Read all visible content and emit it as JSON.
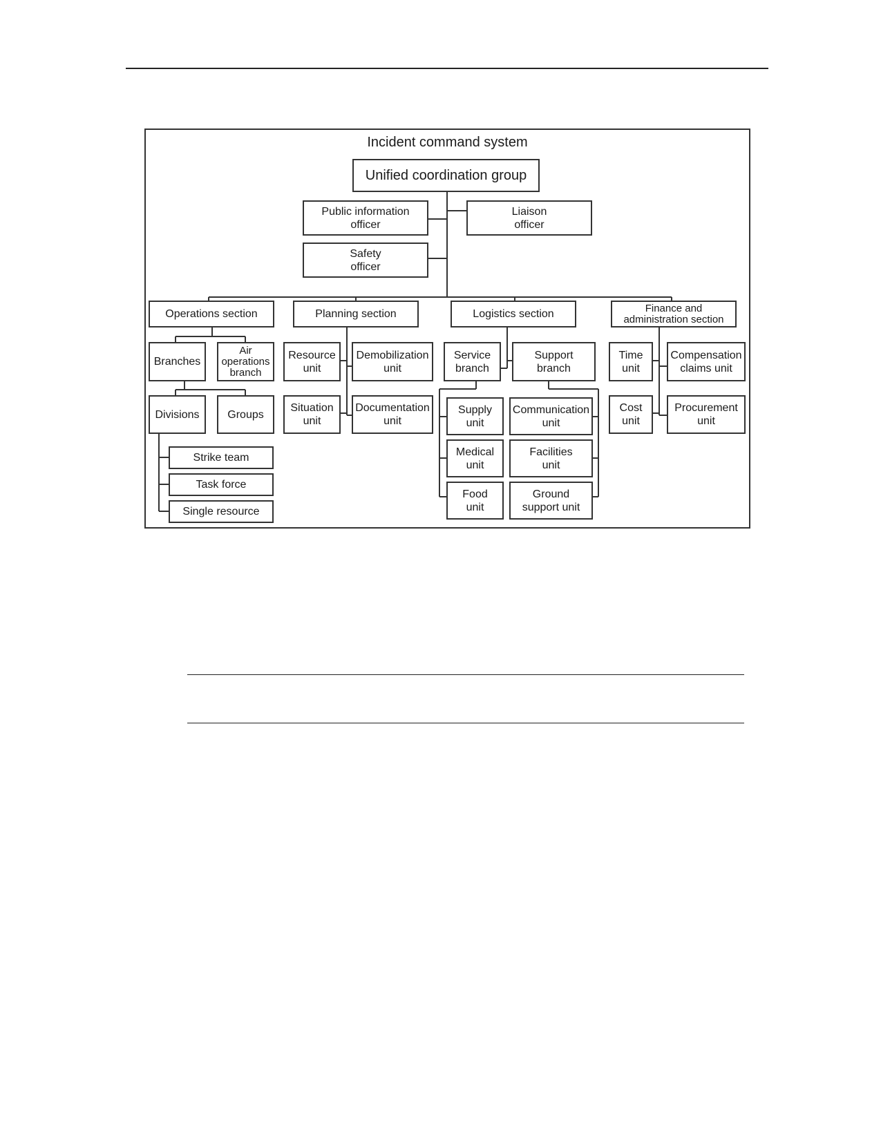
{
  "diagram": {
    "title": "Incident command system",
    "nodes": {
      "ucg": "Unified coordination group",
      "pio": "Public information\nofficer",
      "liaison": "Liaison\nofficer",
      "safety": "Safety\nofficer",
      "ops": "Operations section",
      "planning": "Planning section",
      "logistics": "Logistics section",
      "finance": "Finance and\nadministration section",
      "branches": "Branches",
      "airops": "Air\noperations\nbranch",
      "divisions": "Divisions",
      "groups": "Groups",
      "strike": "Strike team",
      "taskforce": "Task force",
      "single": "Single resource",
      "resource": "Resource\nunit",
      "demob": "Demobilization\nunit",
      "situation": "Situation\nunit",
      "documentation": "Documentation\nunit",
      "service": "Service\nbranch",
      "support": "Support\nbranch",
      "supply": "Supply\nunit",
      "medical": "Medical\nunit",
      "food": "Food\nunit",
      "communication": "Communication\nunit",
      "facilities": "Facilities\nunit",
      "ground": "Ground\nsupport unit",
      "time": "Time\nunit",
      "cost": "Cost\nunit",
      "compensation": "Compensation\nclaims unit",
      "procurement": "Procurement\nunit"
    },
    "edges": [
      [
        "ucg",
        "pio"
      ],
      [
        "ucg",
        "liaison"
      ],
      [
        "ucg",
        "safety"
      ],
      [
        "ucg",
        "ops"
      ],
      [
        "ucg",
        "planning"
      ],
      [
        "ucg",
        "logistics"
      ],
      [
        "ucg",
        "finance"
      ],
      [
        "ops",
        "branches"
      ],
      [
        "ops",
        "airops"
      ],
      [
        "branches",
        "divisions"
      ],
      [
        "branches",
        "groups"
      ],
      [
        "divisions",
        "strike"
      ],
      [
        "divisions",
        "taskforce"
      ],
      [
        "divisions",
        "single"
      ],
      [
        "planning",
        "resource"
      ],
      [
        "planning",
        "demob"
      ],
      [
        "planning",
        "situation"
      ],
      [
        "planning",
        "documentation"
      ],
      [
        "logistics",
        "service"
      ],
      [
        "logistics",
        "support"
      ],
      [
        "service",
        "supply"
      ],
      [
        "service",
        "medical"
      ],
      [
        "service",
        "food"
      ],
      [
        "support",
        "communication"
      ],
      [
        "support",
        "facilities"
      ],
      [
        "support",
        "ground"
      ],
      [
        "finance",
        "time"
      ],
      [
        "finance",
        "cost"
      ],
      [
        "finance",
        "compensation"
      ],
      [
        "finance",
        "procurement"
      ]
    ]
  }
}
